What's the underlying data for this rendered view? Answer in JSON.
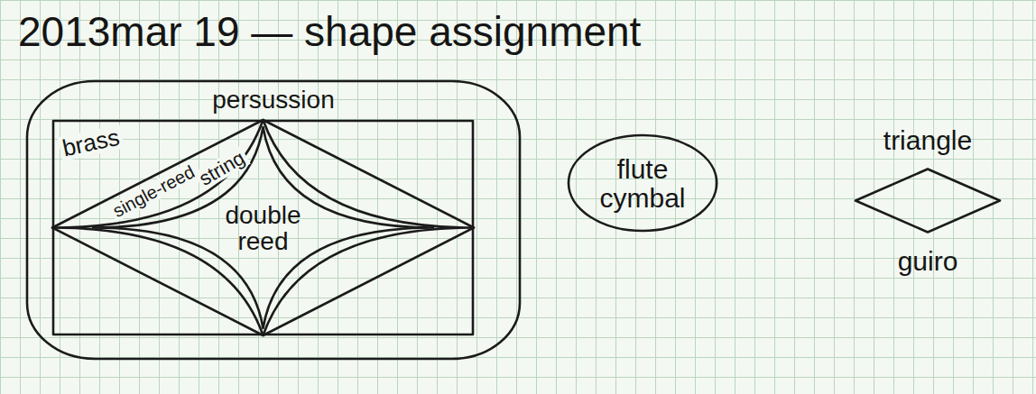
{
  "diagram": {
    "title": "2013mar 19 — shape assignment",
    "nodes": [
      {
        "text": [
          "persussion"
        ]
      },
      {
        "text": [
          "brass"
        ],
        "in": 0
      },
      {
        "text": [
          "single-reed"
        ],
        "in": 1
      },
      {
        "text": [
          "string"
        ],
        "in": 2
      },
      {
        "text": [
          "double reed"
        ],
        "in": 3
      },
      {
        "text": [
          "flute cymbal"
        ]
      },
      {
        "text": [
          "triangle",
          "guiro"
        ]
      }
    ]
  }
}
